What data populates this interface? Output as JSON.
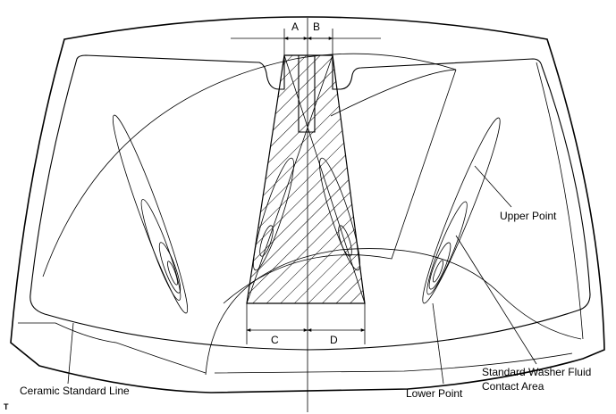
{
  "dimensions": {
    "a": "A",
    "b": "B",
    "c": "C",
    "d": "D"
  },
  "callouts": {
    "upper_point": "Upper Point",
    "lower_point": "Lower Point",
    "washer_area_line1": "Standard Washer Fluid",
    "washer_area_line2": "Contact Area",
    "ceramic_line": "Ceramic Standard Line"
  },
  "figure_code": "T"
}
